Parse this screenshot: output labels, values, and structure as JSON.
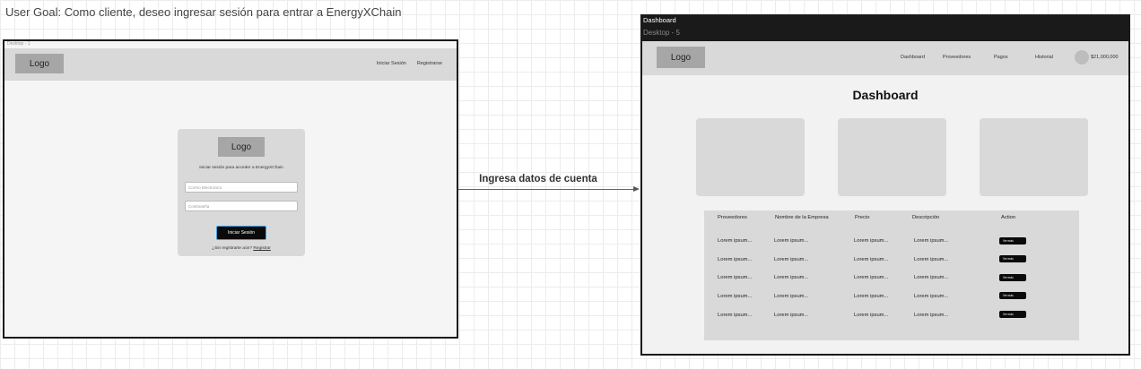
{
  "goal": "User Goal: Como cliente, deseo ingresar sesión para entrar a EnergyXChain",
  "login_frame": {
    "frame_name": "Desktop - 1",
    "nav": {
      "logo": "Logo",
      "links": [
        "Iniciar Sesión",
        "Registrarse"
      ]
    },
    "card": {
      "logo": "Logo",
      "subtitle": "Iniciar sesión para acceder a EnergyXChain",
      "email_placeholder": "Correo Electronico",
      "password_placeholder": "Contraseña",
      "submit_label": "Iniciar Sesión",
      "register_prompt": "¿Sin registrarte aún?",
      "register_link": "Registrar"
    }
  },
  "flow": {
    "label": "Ingresa datos de cuenta"
  },
  "dashboard_frame": {
    "frame_label": "Dashboard",
    "frame_name": "Desktop - 5",
    "nav": {
      "logo": "Logo",
      "links": [
        "Dashboard",
        "Proveedores",
        "Pagos",
        "Historial"
      ],
      "balance": "$21,000,000"
    },
    "title": "Dashboard",
    "table": {
      "headers": [
        "Proveedores",
        "Nombre de la Empresa",
        "Precio",
        "Descripción",
        "Action"
      ],
      "rows": [
        [
          "Lorem ipsum...",
          "Lorem ipsum...",
          "Lorem ipsum...",
          "Lorem ipsum...",
          "Ver más"
        ],
        [
          "Lorem ipsum...",
          "Lorem ipsum...",
          "Lorem ipsum...",
          "Lorem ipsum...",
          "Ver más"
        ],
        [
          "Lorem ipsum...",
          "Lorem ipsum...",
          "Lorem ipsum...",
          "Lorem ipsum...",
          "Ver más"
        ],
        [
          "Lorem ipsum...",
          "Lorem ipsum...",
          "Lorem ipsum...",
          "Lorem ipsum...",
          "Ver más"
        ],
        [
          "Lorem ipsum...",
          "Lorem ipsum...",
          "Lorem ipsum...",
          "Lorem ipsum...",
          "Ver más"
        ]
      ]
    }
  },
  "colors": {
    "nav_bg": "#d9d9d9",
    "placeholder_block": "#a6a6a6",
    "button_bg": "#0a0a0a",
    "button_focus_border": "#3ea0e5",
    "frame_border": "#1a1a1a"
  }
}
